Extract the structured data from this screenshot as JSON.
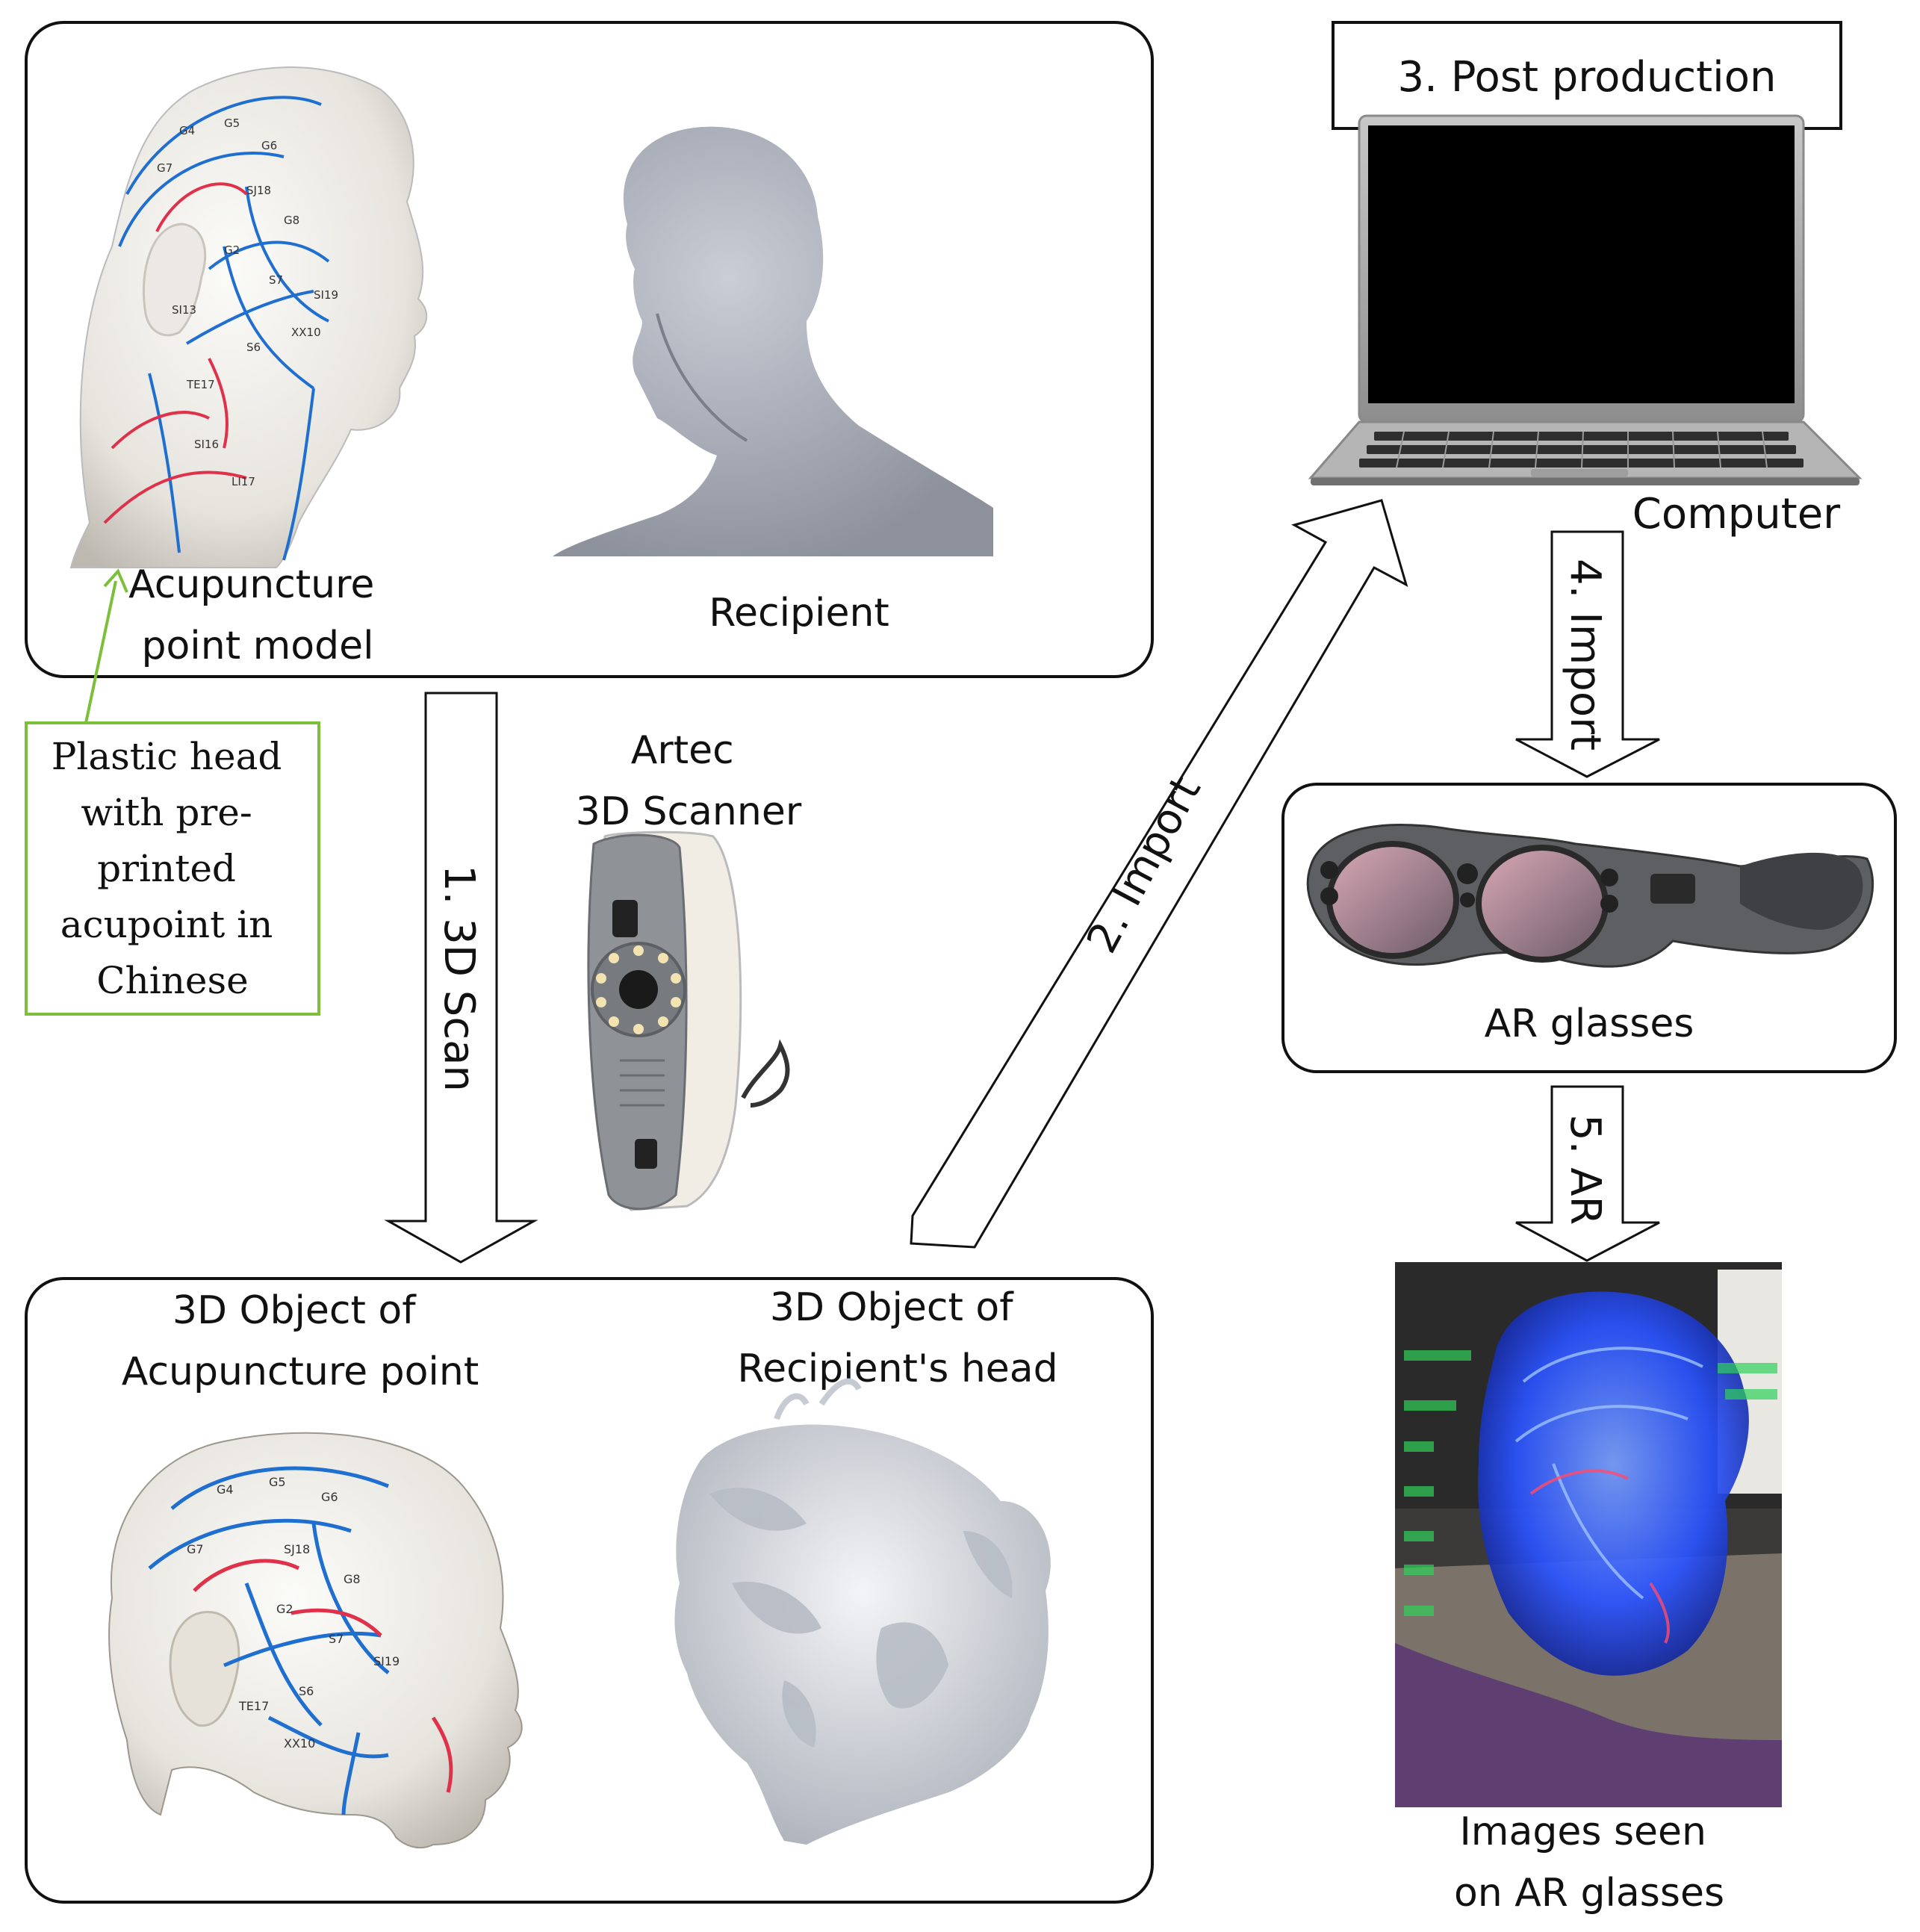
{
  "boxes": {
    "acupuncture_model_label": "Acupuncture\npoint model",
    "recipient_label": "Recipient",
    "post_production_label": "3. Post production",
    "computer_label": "Computer",
    "ar_glasses_label": "AR glasses",
    "scanner_label": "Artec\n3D Scanner",
    "object_acupuncture_label": "3D Object of\nAcupuncture point",
    "object_recipient_label": "3D Object of\nRecipient's head",
    "images_seen_label": "Images seen\non AR glasses"
  },
  "callout": {
    "text": "Plastic head\nwith pre-\nprinted\nacupoint in\nChinese",
    "border_color": "#7bbf3a"
  },
  "steps": {
    "scan": "1. 3D Scan",
    "import2": "2. Import",
    "import4": "4. Import",
    "ar5": "5. AR"
  },
  "colors": {
    "meridian_blue": "#1f6fd1",
    "meridian_red": "#e0314b",
    "ar_glow": "#2a53ff",
    "ui_green": "#2fd15a"
  },
  "icons": {
    "plastic_head": "head-model-icon",
    "recipient_head": "head-silhouette-icon",
    "laptop": "laptop-icon",
    "scanner": "scanner-icon",
    "ar_glasses": "ar-glasses-icon",
    "scan_head_model": "scanned-head-model-icon",
    "scan_head_recipient": "scanned-head-recipient-icon",
    "ar_view": "ar-view-photo-icon"
  }
}
